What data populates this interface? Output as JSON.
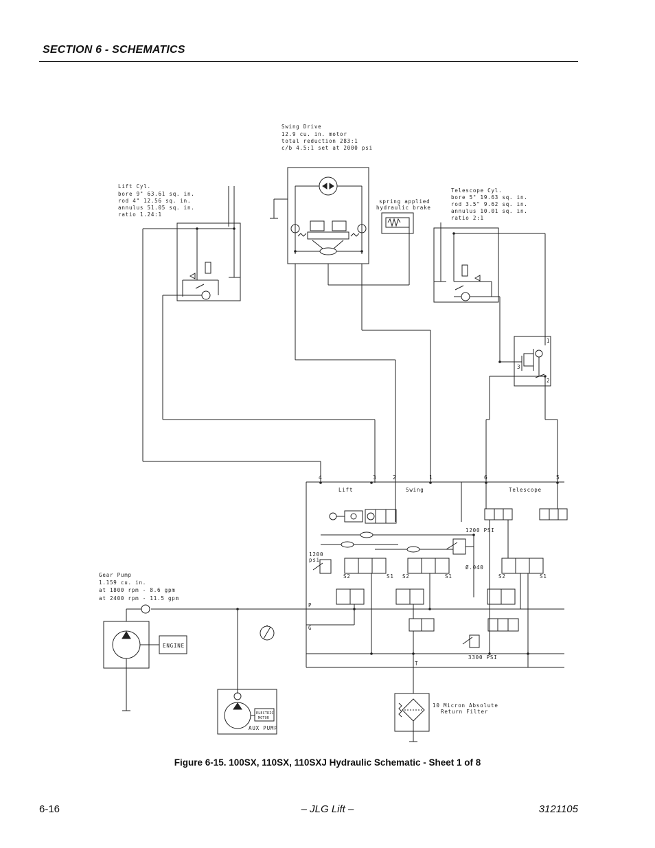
{
  "header": {
    "section_title": "SECTION 6 - SCHEMATICS"
  },
  "schematic": {
    "swing_drive": [
      "Swing Drive",
      "12.9 cu. in. motor",
      "total reduction  283:1",
      "c/b 4.5:1 set at 2000 psi"
    ],
    "lift_cyl": [
      "Lift Cyl.",
      "bore  9\"  63.61 sq. in.",
      "rod   4\"  12.56 sq. in.",
      "annulus  51.05 sq. in.",
      "ratio  1.24:1"
    ],
    "brake": [
      "spring applied",
      "hydraulic brake"
    ],
    "telescope_cyl": [
      "Telescope Cyl.",
      "bore  5\"  19.63 sq. in.",
      "rod  3.5\"  9.62 sq. in.",
      "annulus  10.01 sq. in.",
      "ratio 2:1"
    ],
    "gear_pump": [
      "Gear Pump",
      "1.159 cu. in.",
      "at 1800 rpm - 8.6 gpm",
      "at 2400 rpm - 11.5 gpm"
    ],
    "engine": "ENGINE",
    "electric_motor": [
      "ELECTRIC",
      "MOTOR"
    ],
    "aux_pump": "AUX PUMP",
    "filter": [
      "10 Micron Absolute",
      "Return Filter"
    ],
    "valve_labels": {
      "lift": "Lift",
      "swing": "Swing",
      "telescope": "Telescope"
    },
    "port_numbers": [
      "4",
      "3",
      "2",
      "1",
      "6",
      "5"
    ],
    "relief_1200": "1200 PSI",
    "relief_1200_left": [
      "1200",
      "psi"
    ],
    "relief_3300": "3300 PSI",
    "orifice": "Ø.040",
    "port_p": "P",
    "port_g": "G",
    "port_t": "T",
    "solenoids": {
      "s1": "S1",
      "s2": "S2"
    },
    "cb_ports": [
      "1",
      "3",
      "2"
    ]
  },
  "caption": "Figure 6-15.  100SX, 110SX, 110SXJ Hydraulic Schematic - Sheet 1 of 8",
  "footer": {
    "page_number": "6-16",
    "center": "– JLG Lift –",
    "doc_number": "3121105"
  }
}
